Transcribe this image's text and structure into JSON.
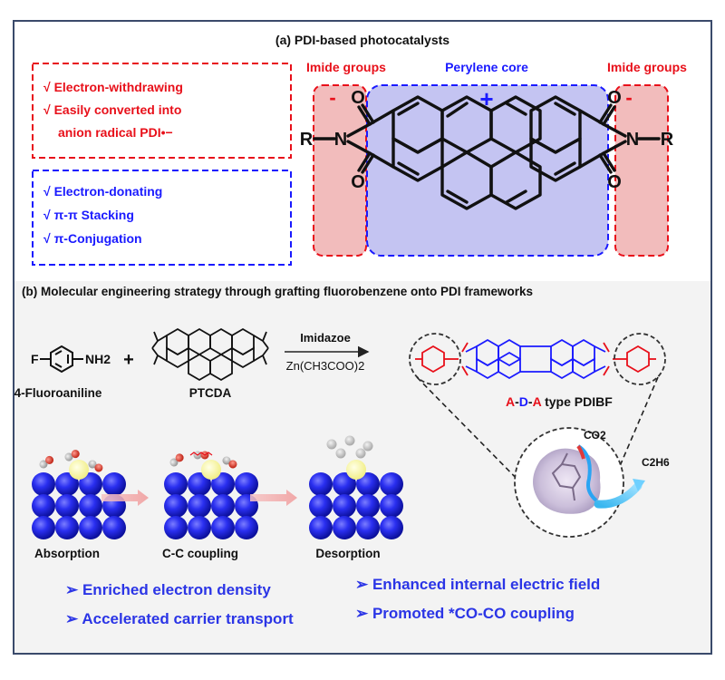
{
  "panel_a": {
    "title": "(a) PDI-based photocatalysts",
    "red_box": {
      "line1": "√ Electron-withdrawing",
      "line2": "√ Easily converted into",
      "line3": "anion radical PDI•−"
    },
    "blue_box": {
      "line1": "√ Electron-donating",
      "line2": "√ π-π Stacking",
      "line3": "√ π-Conjugation"
    },
    "label_imide_left": "Imide groups",
    "label_core": "Perylene core",
    "label_imide_right": "Imide groups",
    "charge_minus": "-",
    "charge_plus": "+",
    "atom_R": "R",
    "atom_N": "N",
    "atom_O": "O"
  },
  "panel_b": {
    "title": "(b) Molecular engineering strategy through grafting fluorobenzene onto PDI frameworks",
    "reactant1_name": "4-Fluoroaniline",
    "reactant1_F": "F",
    "reactant1_NH2": "NH2",
    "plus_sign": "+",
    "reactant2_name": "PTCDA",
    "arrow_top": "Imidazoe",
    "arrow_bottom": "Zn(CH3COO)2",
    "product_label_A1": "A",
    "product_label_dash1": "-",
    "product_label_D": "D",
    "product_label_dash2": "-",
    "product_label_A2": "A",
    "product_label_rest": " type PDIBF",
    "co2_label": "CO2",
    "c2h6_label": "C2H6",
    "step1": "Absorption",
    "step2": "C-C coupling",
    "step3": "Desorption",
    "bullets": [
      "➢  Enriched electron density",
      "➢  Accelerated carrier transport",
      "➢  Enhanced internal electric field",
      "➢  Promoted *CO-CO coupling"
    ]
  },
  "colors": {
    "red": "#e8101a",
    "blue": "#1a1aff",
    "core_fill": "#c4c4f2",
    "imide_fill": "#f2bcbc",
    "bullet_blue": "#2b35e6",
    "sphere": "#1f24e0",
    "panel_bg": "#f3f3f3"
  }
}
